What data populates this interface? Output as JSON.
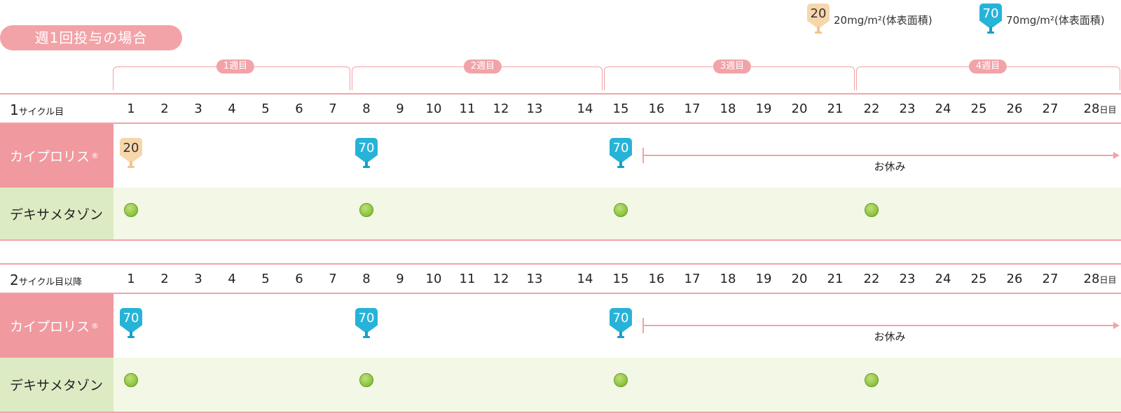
{
  "title": "週1回投与の場合",
  "legend": [
    {
      "bag_value": "20",
      "text": "20mg/m²(体表面積)",
      "color": "orange"
    },
    {
      "bag_value": "70",
      "text": "70mg/m²(体表面積)",
      "color": "blue"
    }
  ],
  "weeks": [
    "1週目",
    "2週目",
    "3週目",
    "4週目"
  ],
  "days": [
    "1",
    "2",
    "3",
    "4",
    "5",
    "6",
    "7",
    "8",
    "9",
    "10",
    "11",
    "12",
    "13",
    "14",
    "15",
    "16",
    "17",
    "18",
    "19",
    "20",
    "21",
    "22",
    "23",
    "24",
    "25",
    "26",
    "27",
    "28"
  ],
  "day_suffix": "日目",
  "cycles": [
    {
      "label_num": "1",
      "label_text": "サイクル目",
      "drug1": {
        "name": "カイプロリス",
        "mark": "®",
        "doses": [
          {
            "day": 1,
            "value": "20",
            "color": "orange"
          },
          {
            "day": 8,
            "value": "70",
            "color": "blue"
          },
          {
            "day": 15,
            "value": "70",
            "color": "blue"
          }
        ],
        "rest_label": "お休み"
      },
      "drug2": {
        "name": "デキサメタゾン",
        "dose_days": [
          1,
          8,
          15,
          22
        ]
      }
    },
    {
      "label_num": "2",
      "label_text": "サイクル目以降",
      "drug1": {
        "name": "カイプロリス",
        "mark": "®",
        "doses": [
          {
            "day": 1,
            "value": "70",
            "color": "blue"
          },
          {
            "day": 8,
            "value": "70",
            "color": "blue"
          },
          {
            "day": 15,
            "value": "70",
            "color": "blue"
          }
        ],
        "rest_label": "お休み"
      },
      "drug2": {
        "name": "デキサメタゾン",
        "dose_days": [
          1,
          8,
          15,
          22
        ]
      }
    }
  ]
}
